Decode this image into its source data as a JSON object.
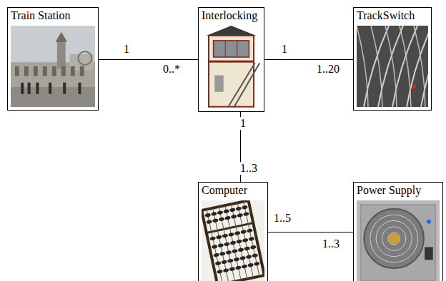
{
  "diagram": {
    "nodes": [
      {
        "text": [
          "Train Station"
        ]
      },
      {
        "text": [
          "Interlocking"
        ]
      },
      {
        "text": [
          "TrackSwitch"
        ]
      },
      {
        "text": [
          "Computer"
        ]
      },
      {
        "text": [
          "Power Supply"
        ]
      }
    ],
    "edges": [
      {
        "from": 0,
        "to": 1,
        "arrow": "none"
      },
      {
        "from": 1,
        "to": 2,
        "arrow": "none"
      },
      {
        "from": 1,
        "to": 3,
        "arrow": "none"
      },
      {
        "from": 3,
        "to": 4,
        "arrow": "none"
      }
    ],
    "labels": [
      "1",
      "0..*",
      "1",
      "1..20",
      "1",
      "1..3",
      "1..5",
      "1..3"
    ]
  }
}
